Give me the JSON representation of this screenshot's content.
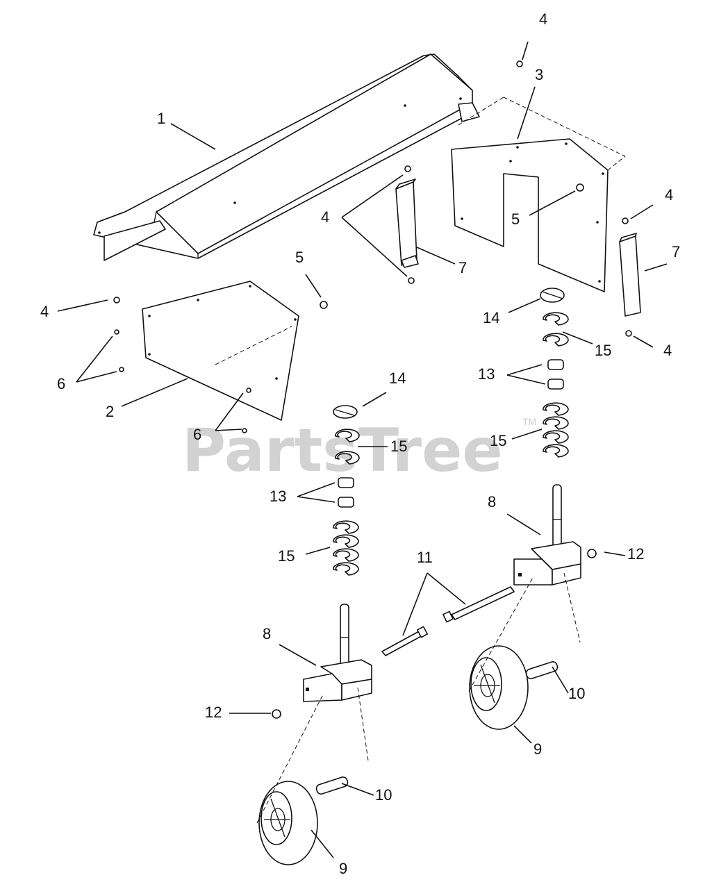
{
  "watermark": {
    "text": "PartsTree",
    "trademark": "TM"
  },
  "callouts": {
    "c1": "1",
    "c2": "2",
    "c3": "3",
    "c4a": "4",
    "c4b": "4",
    "c4c": "4",
    "c4d": "4",
    "c4e": "4",
    "c5a": "5",
    "c5b": "5",
    "c6a": "6",
    "c6b": "6",
    "c7a": "7",
    "c7b": "7",
    "c8a": "8",
    "c8b": "8",
    "c9a": "9",
    "c9b": "9",
    "c10a": "10",
    "c10b": "10",
    "c11": "11",
    "c12a": "12",
    "c12b": "12",
    "c13a": "13",
    "c13b": "13",
    "c14a": "14",
    "c14b": "14",
    "c15a": "15",
    "c15b": "15",
    "c15c": "15",
    "c15d": "15"
  }
}
